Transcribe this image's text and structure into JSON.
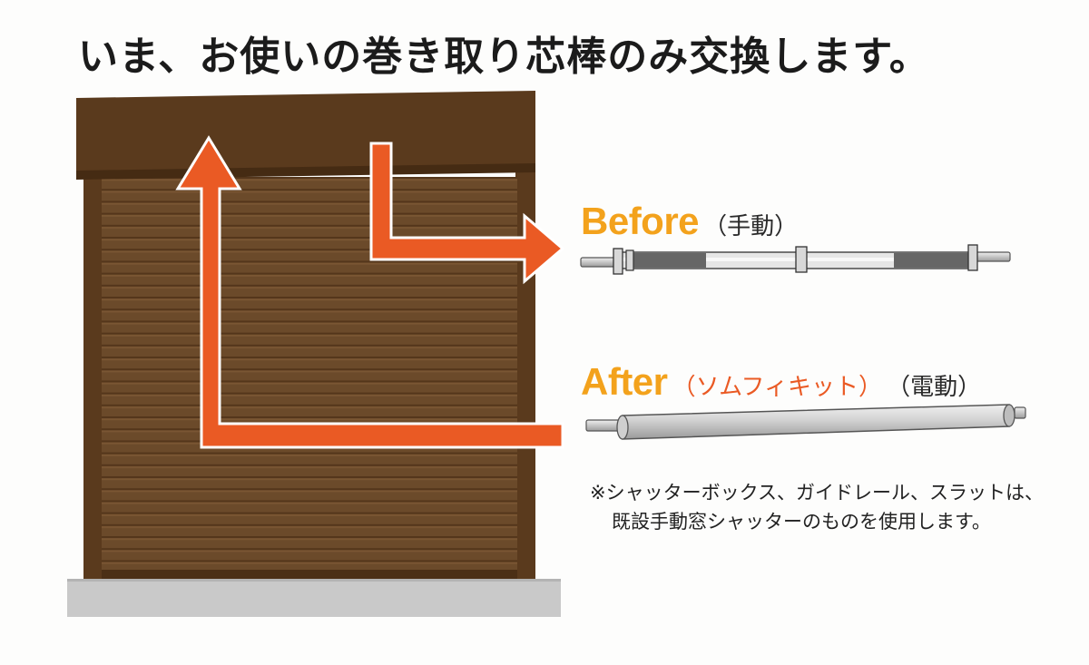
{
  "headline": "いま、お使いの巻き取り芯棒のみ交換します。",
  "before": {
    "word": "Before",
    "mode": "（手動）"
  },
  "after": {
    "word": "After",
    "product": "（ソムフィキット）",
    "mode": "（電動）"
  },
  "note": {
    "line1": "※シャッターボックス、ガイドレール、スラットは、",
    "line2": "既設手動窓シャッターのものを使用します。"
  },
  "colors": {
    "shutter_box": "#5a3a1d",
    "slat": "#6b4a2a",
    "arrow": "#ea5a24",
    "before_label": "#f3a21c",
    "after_label": "#f3a21c",
    "ground": "#c9c9c9",
    "motor_tube": "#cfcfcf"
  }
}
